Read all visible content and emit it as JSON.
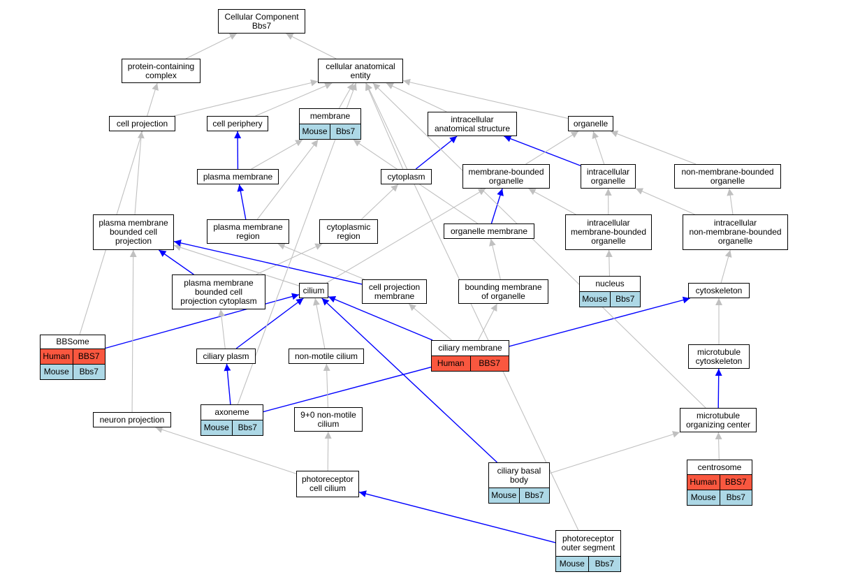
{
  "nodes": [
    {
      "id": "cc",
      "label": "Cellular Component\nBbs7"
    },
    {
      "id": "pcc",
      "label": "protein-containing\ncomplex"
    },
    {
      "id": "cae",
      "label": "cellular anatomical\nentity"
    },
    {
      "id": "cproj",
      "label": "cell projection"
    },
    {
      "id": "cper",
      "label": "cell periphery"
    },
    {
      "id": "mem",
      "label": "membrane",
      "annotations": [
        {
          "species": "Mouse",
          "gene": "Bbs7"
        }
      ]
    },
    {
      "id": "ias",
      "label": "intracellular\nanatomical structure"
    },
    {
      "id": "org",
      "label": "organelle"
    },
    {
      "id": "pm",
      "label": "plasma membrane"
    },
    {
      "id": "cyto",
      "label": "cytoplasm"
    },
    {
      "id": "mbo",
      "label": "membrane-bounded\norganelle"
    },
    {
      "id": "io",
      "label": "intracellular\norganelle"
    },
    {
      "id": "nmbo",
      "label": "non-membrane-bounded\norganelle"
    },
    {
      "id": "pmbcp",
      "label": "plasma membrane\nbounded cell\nprojection"
    },
    {
      "id": "pmr",
      "label": "plasma membrane\nregion"
    },
    {
      "id": "cr",
      "label": "cytoplasmic\nregion"
    },
    {
      "id": "om",
      "label": "organelle membrane"
    },
    {
      "id": "imbo",
      "label": "intracellular\nmembrane-bounded\norganelle"
    },
    {
      "id": "inmbo",
      "label": "intracellular\nnon-membrane-bounded\norganelle"
    },
    {
      "id": "pmbcpc",
      "label": "plasma membrane\nbounded cell\nprojection cytoplasm"
    },
    {
      "id": "cil",
      "label": "cilium"
    },
    {
      "id": "cpm",
      "label": "cell projection\nmembrane"
    },
    {
      "id": "bmo",
      "label": "bounding membrane\nof organelle"
    },
    {
      "id": "nuc",
      "label": "nucleus",
      "annotations": [
        {
          "species": "Mouse",
          "gene": "Bbs7"
        }
      ]
    },
    {
      "id": "csk",
      "label": "cytoskeleton"
    },
    {
      "id": "bbs",
      "label": "BBSome",
      "annotations": [
        {
          "species": "Human",
          "gene": "BBS7"
        },
        {
          "species": "Mouse",
          "gene": "Bbs7"
        }
      ]
    },
    {
      "id": "cplasm",
      "label": "ciliary plasm"
    },
    {
      "id": "nmc",
      "label": "non-motile cilium"
    },
    {
      "id": "cmem",
      "label": "ciliary membrane",
      "annotations": [
        {
          "species": "Human",
          "gene": "BBS7"
        }
      ]
    },
    {
      "id": "mtc",
      "label": "microtubule\ncytoskeleton"
    },
    {
      "id": "axo",
      "label": "axoneme",
      "annotations": [
        {
          "species": "Mouse",
          "gene": "Bbs7"
        }
      ]
    },
    {
      "id": "nproj",
      "label": "neuron projection"
    },
    {
      "id": "c90",
      "label": "9+0 non-motile\ncilium"
    },
    {
      "id": "mtoc",
      "label": "microtubule\norganizing center"
    },
    {
      "id": "pcil",
      "label": "photoreceptor\ncell cilium"
    },
    {
      "id": "cbb",
      "label": "ciliary basal\nbody",
      "annotations": [
        {
          "species": "Mouse",
          "gene": "Bbs7"
        }
      ]
    },
    {
      "id": "cent",
      "label": "centrosome",
      "annotations": [
        {
          "species": "Human",
          "gene": "BBS7"
        },
        {
          "species": "Mouse",
          "gene": "Bbs7"
        }
      ]
    },
    {
      "id": "pos",
      "label": "photoreceptor\nouter segment",
      "annotations": [
        {
          "species": "Mouse",
          "gene": "Bbs7"
        }
      ]
    }
  ],
  "edges": [
    {
      "from": "pcc",
      "to": "cc",
      "type": "is_a"
    },
    {
      "from": "cae",
      "to": "cc",
      "type": "is_a"
    },
    {
      "from": "cproj",
      "to": "cae",
      "type": "is_a"
    },
    {
      "from": "cper",
      "to": "cae",
      "type": "is_a"
    },
    {
      "from": "mem",
      "to": "cae",
      "type": "is_a"
    },
    {
      "from": "ias",
      "to": "cae",
      "type": "is_a"
    },
    {
      "from": "org",
      "to": "cae",
      "type": "is_a"
    },
    {
      "from": "cyto",
      "to": "cae",
      "type": "is_a"
    },
    {
      "from": "pm",
      "to": "cper",
      "type": "part_of"
    },
    {
      "from": "pm",
      "to": "mem",
      "type": "is_a"
    },
    {
      "from": "cyto",
      "to": "ias",
      "type": "part_of"
    },
    {
      "from": "io",
      "to": "ias",
      "type": "part_of"
    },
    {
      "from": "mbo",
      "to": "org",
      "type": "is_a"
    },
    {
      "from": "io",
      "to": "org",
      "type": "is_a"
    },
    {
      "from": "nmbo",
      "to": "org",
      "type": "is_a"
    },
    {
      "from": "pmbcp",
      "to": "cproj",
      "type": "is_a"
    },
    {
      "from": "pmr",
      "to": "pm",
      "type": "part_of"
    },
    {
      "from": "pmr",
      "to": "mem",
      "type": "is_a"
    },
    {
      "from": "cr",
      "to": "cyto",
      "type": "is_a"
    },
    {
      "from": "om",
      "to": "mbo",
      "type": "part_of"
    },
    {
      "from": "om",
      "to": "mem",
      "type": "is_a"
    },
    {
      "from": "imbo",
      "to": "mbo",
      "type": "is_a"
    },
    {
      "from": "imbo",
      "to": "io",
      "type": "is_a"
    },
    {
      "from": "inmbo",
      "to": "io",
      "type": "is_a"
    },
    {
      "from": "inmbo",
      "to": "nmbo",
      "type": "is_a"
    },
    {
      "from": "pmbcpc",
      "to": "pmbcp",
      "type": "part_of"
    },
    {
      "from": "pmbcpc",
      "to": "cr",
      "type": "is_a"
    },
    {
      "from": "cil",
      "to": "pmbcp",
      "type": "is_a"
    },
    {
      "from": "cil",
      "to": "mbo",
      "type": "is_a"
    },
    {
      "from": "cpm",
      "to": "pmbcp",
      "type": "part_of"
    },
    {
      "from": "cpm",
      "to": "pmr",
      "type": "is_a"
    },
    {
      "from": "bmo",
      "to": "om",
      "type": "is_a"
    },
    {
      "from": "nuc",
      "to": "imbo",
      "type": "is_a"
    },
    {
      "from": "csk",
      "to": "inmbo",
      "type": "is_a"
    },
    {
      "from": "bbs",
      "to": "pcc",
      "type": "is_a"
    },
    {
      "from": "bbs",
      "to": "cil",
      "type": "part_of"
    },
    {
      "from": "cplasm",
      "to": "cil",
      "type": "part_of"
    },
    {
      "from": "cplasm",
      "to": "pmbcpc",
      "type": "is_a"
    },
    {
      "from": "nmc",
      "to": "cil",
      "type": "is_a"
    },
    {
      "from": "cmem",
      "to": "cil",
      "type": "part_of"
    },
    {
      "from": "cmem",
      "to": "cpm",
      "type": "is_a"
    },
    {
      "from": "cmem",
      "to": "bmo",
      "type": "is_a"
    },
    {
      "from": "mtc",
      "to": "csk",
      "type": "is_a"
    },
    {
      "from": "axo",
      "to": "cplasm",
      "type": "part_of"
    },
    {
      "from": "axo",
      "to": "csk",
      "type": "part_of"
    },
    {
      "from": "axo",
      "to": "cae",
      "type": "is_a"
    },
    {
      "from": "nproj",
      "to": "pmbcp",
      "type": "is_a"
    },
    {
      "from": "c90",
      "to": "nmc",
      "type": "is_a"
    },
    {
      "from": "mtoc",
      "to": "mtc",
      "type": "part_of"
    },
    {
      "from": "mtoc",
      "to": "cae",
      "type": "is_a"
    },
    {
      "from": "pcil",
      "to": "c90",
      "type": "is_a"
    },
    {
      "from": "pcil",
      "to": "nproj",
      "type": "is_a"
    },
    {
      "from": "cbb",
      "to": "cil",
      "type": "part_of"
    },
    {
      "from": "cbb",
      "to": "mtoc",
      "type": "is_a"
    },
    {
      "from": "cent",
      "to": "mtoc",
      "type": "is_a"
    },
    {
      "from": "pos",
      "to": "pcil",
      "type": "part_of"
    },
    {
      "from": "pos",
      "to": "cae",
      "type": "is_a"
    }
  ],
  "colors": {
    "is_a_edge": "#c0c0c0",
    "part_of_edge": "#0000ff",
    "human_cell": "#f9573f",
    "mouse_cell": "#add8e6"
  }
}
